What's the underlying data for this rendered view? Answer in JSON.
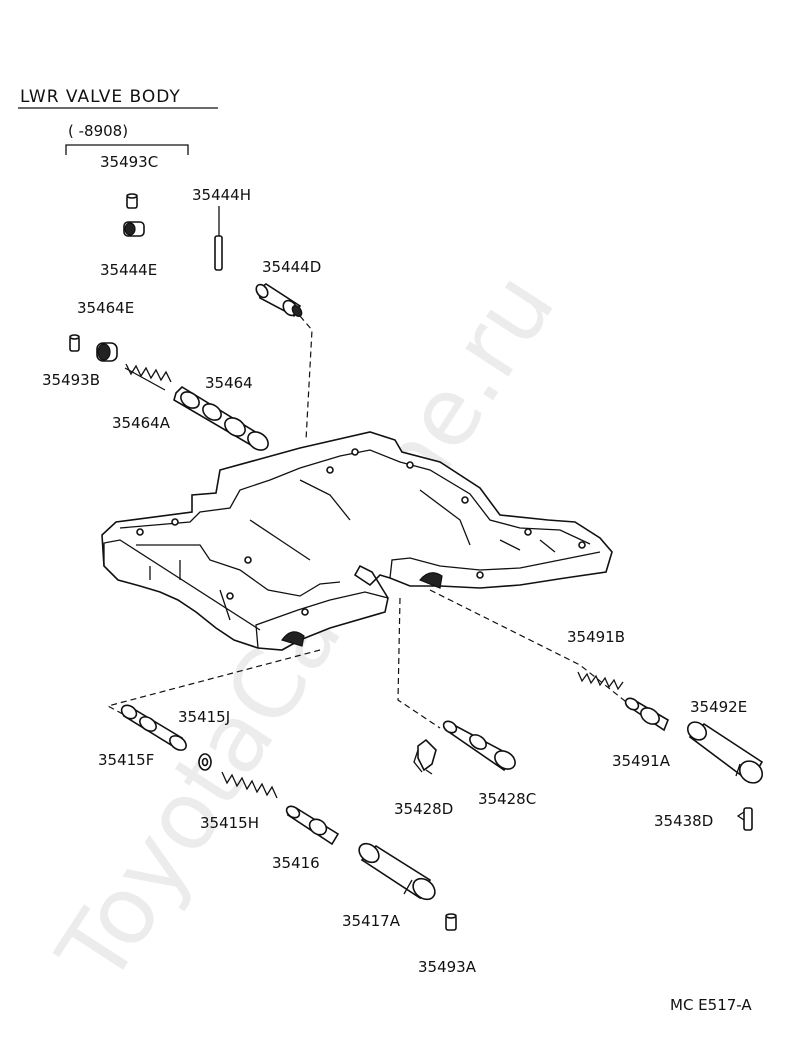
{
  "header": {
    "title": "LWR VALVE BODY",
    "date_range": "(      -8908)"
  },
  "parts": {
    "p35493C": "35493C",
    "p35444E": "35444E",
    "p35444H": "35444H",
    "p35444D": "35444D",
    "p35464E": "35464E",
    "p35493B": "35493B",
    "p35464": "35464",
    "p35464A": "35464A",
    "p35491B": "35491B",
    "p35492E": "35492E",
    "p35491A": "35491A",
    "p35438D": "35438D",
    "p35415J": "35415J",
    "p35415F": "35415F",
    "p35415H": "35415H",
    "p35416": "35416",
    "p35428D": "35428D",
    "p35428C": "35428C",
    "p35417A": "35417A",
    "p35493A": "35493A"
  },
  "footer": {
    "diagram_code": "MC E517-A"
  },
  "watermark": "ToyotaCarMine.ru"
}
